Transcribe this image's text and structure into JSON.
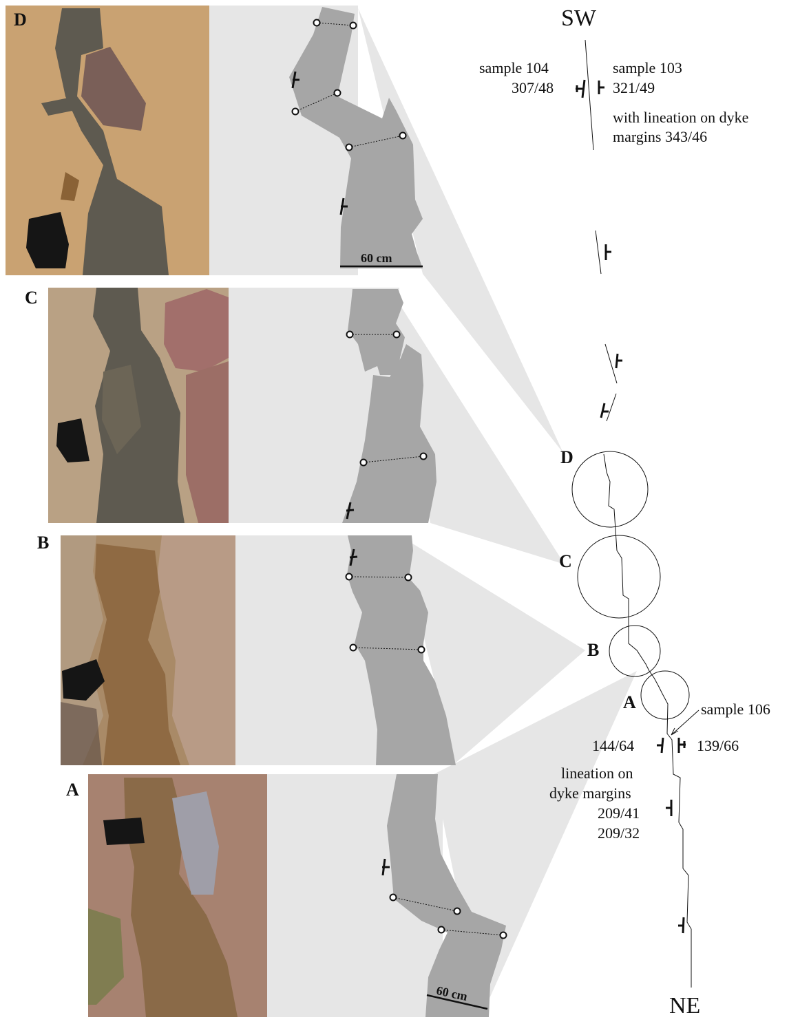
{
  "panels": [
    {
      "id": "D",
      "label": "D",
      "scale_label": "60 cm"
    },
    {
      "id": "C",
      "label": "C"
    },
    {
      "id": "B",
      "label": "B"
    },
    {
      "id": "A",
      "label": "A",
      "scale_label": "60 cm"
    }
  ],
  "map": {
    "top_direction": "SW",
    "bottom_direction": "NE",
    "circle_labels": {
      "D": "D",
      "C": "C",
      "B": "B",
      "A": "A"
    },
    "sample_104": {
      "label": "sample 104",
      "value": "307/48"
    },
    "sample_103": {
      "label": "sample 103",
      "value": "321/49",
      "note_line1": "with lineation on dyke",
      "note_line2": "margins 343/46"
    },
    "sample_106": {
      "label": "sample 106",
      "left_value": "144/64",
      "right_value": "139/66"
    },
    "lineation": {
      "line1": "lineation on",
      "line2": "dyke margins",
      "line3": "209/41",
      "line4": "209/32"
    }
  },
  "colors": {
    "callout_fill": "#e6e6e6",
    "dyke_fill": "#a6a6a6",
    "line": "#111111",
    "photo_D": "#c9a272",
    "photo_C": "#b9a184",
    "photo_B": "#a98a67",
    "photo_A": "#a78270",
    "rock_dark": "#5e5a50",
    "bag": "#151515"
  }
}
